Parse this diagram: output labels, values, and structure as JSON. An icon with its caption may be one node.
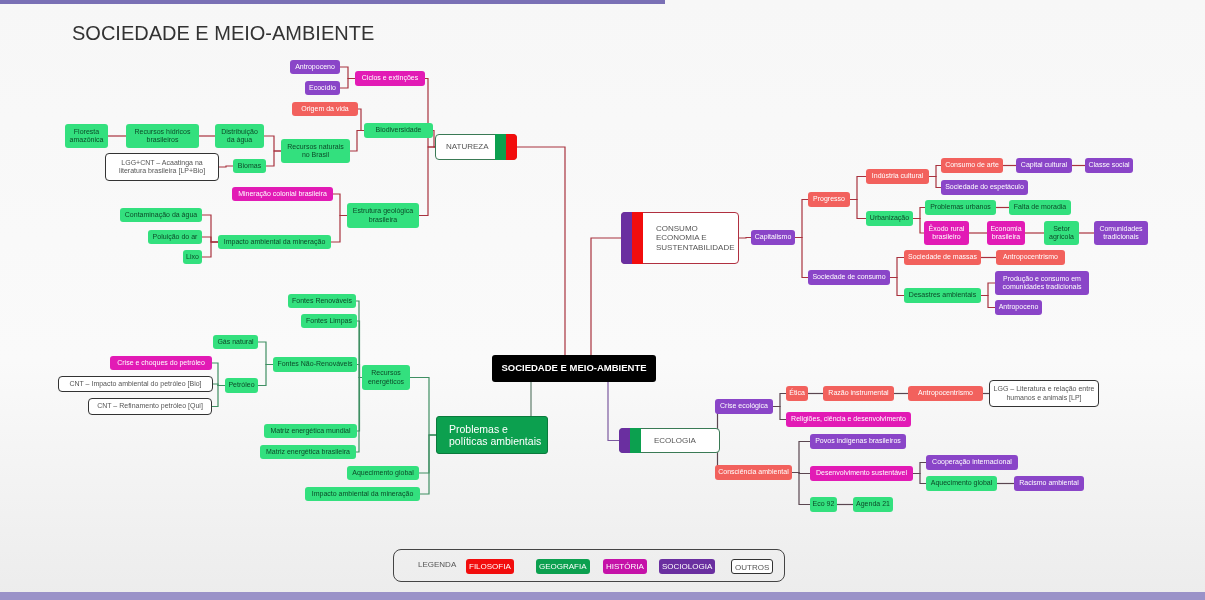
{
  "diagram": {
    "title": "SOCIEDADE E MEIO-AMBIENTE",
    "nodes": [
      {
        "text": [
          "SOCIEDADE E MEIO-AMBIENTE"
        ]
      },
      {
        "text": [
          "NATUREZA"
        ]
      },
      {
        "text": [
          "Ciclos e extinções"
        ]
      },
      {
        "text": [
          "Antropoceno"
        ]
      },
      {
        "text": [
          "Ecocídio"
        ]
      },
      {
        "text": [
          "Biodiversidade"
        ]
      },
      {
        "text": [
          "Origem da vida"
        ]
      },
      {
        "text": [
          "Recursos naturais no Brasil"
        ]
      },
      {
        "text": [
          "Distribuição da água"
        ]
      },
      {
        "text": [
          "Recursos hídricos brasileiros"
        ]
      },
      {
        "text": [
          "Floresta amazônica"
        ]
      },
      {
        "text": [
          "Biomas"
        ]
      },
      {
        "text": [
          "LGG+CNT – Acaatinga na literatura brasileira [LP+Bio]"
        ]
      },
      {
        "text": [
          "Estrutura geológica brasileira"
        ]
      },
      {
        "text": [
          "Mineração colonial brasileira"
        ]
      },
      {
        "text": [
          "Impacto ambiental da mineração"
        ]
      },
      {
        "text": [
          "Contaminação da água"
        ]
      },
      {
        "text": [
          "Poluição do ar"
        ]
      },
      {
        "text": [
          "Lixo"
        ]
      },
      {
        "text": [
          "CONSUMO ECONOMIA E SUSTENTABILIDADE"
        ]
      },
      {
        "text": [
          "Capitalismo"
        ]
      },
      {
        "text": [
          "Progresso"
        ]
      },
      {
        "text": [
          "Sociedade de consumo"
        ]
      },
      {
        "text": [
          "Indústria cultural"
        ]
      },
      {
        "text": [
          "Consumo de arte"
        ]
      },
      {
        "text": [
          "Capital cultural"
        ]
      },
      {
        "text": [
          "Classe social"
        ]
      },
      {
        "text": [
          "Sociedade do espetáculo"
        ]
      },
      {
        "text": [
          "Urbanização"
        ]
      },
      {
        "text": [
          "Problemas urbanos"
        ]
      },
      {
        "text": [
          "Falta de moradia"
        ]
      },
      {
        "text": [
          "Êxodo rural brasileiro"
        ]
      },
      {
        "text": [
          "Economia brasileira"
        ]
      },
      {
        "text": [
          "Setor agrícola"
        ]
      },
      {
        "text": [
          "Comunidades tradicionais"
        ]
      },
      {
        "text": [
          "Sociedade de massas"
        ]
      },
      {
        "text": [
          "Antropocentrismo"
        ]
      },
      {
        "text": [
          "Desastres ambientais"
        ]
      },
      {
        "text": [
          "Produção e consumo em comunidades tradicionais"
        ]
      },
      {
        "text": [
          "Antropoceno"
        ]
      },
      {
        "text": [
          "ECOLOGIA"
        ]
      },
      {
        "text": [
          "Crise ecológica"
        ]
      },
      {
        "text": [
          "Ética"
        ]
      },
      {
        "text": [
          "Razão instrumental"
        ]
      },
      {
        "text": [
          "Antropocentrismo"
        ]
      },
      {
        "text": [
          "LGG – Literatura e relação entre humanos e animais [LP]"
        ]
      },
      {
        "text": [
          "Religiões, ciência e desenvolvimento"
        ]
      },
      {
        "text": [
          "Consciência ambiental"
        ]
      },
      {
        "text": [
          "Povos indígenas brasileiros"
        ]
      },
      {
        "text": [
          "Desenvolvimento sustentável"
        ]
      },
      {
        "text": [
          "Cooperação internacional"
        ]
      },
      {
        "text": [
          "Aquecimento global"
        ]
      },
      {
        "text": [
          "Racismo ambiental"
        ]
      },
      {
        "text": [
          "Eco 92"
        ]
      },
      {
        "text": [
          "Agenda 21"
        ]
      },
      {
        "text": [
          "Problemas e políticas ambientais"
        ]
      },
      {
        "text": [
          "Recursos energéticos"
        ]
      },
      {
        "text": [
          "Fontes Renováveis"
        ]
      },
      {
        "text": [
          "Fontes Limpas"
        ]
      },
      {
        "text": [
          "Fontes Não-Renováveis"
        ]
      },
      {
        "text": [
          "Gás natural"
        ]
      },
      {
        "text": [
          "Petróleo"
        ]
      },
      {
        "text": [
          "Crise e choques do petróleo"
        ]
      },
      {
        "text": [
          "CNT – Impacto ambiental do petróleo [Bio]"
        ]
      },
      {
        "text": [
          "CNT – Refinamento petróleo [Qui]"
        ]
      },
      {
        "text": [
          "Matriz energética mundial"
        ]
      },
      {
        "text": [
          "Matriz energética brasileira"
        ]
      },
      {
        "text": [
          "Aquecimento global"
        ]
      },
      {
        "text": [
          "Impacto ambiental da mineração"
        ]
      }
    ],
    "edges": [
      {
        "from": 0,
        "to": 1,
        "arrow": "none"
      },
      {
        "from": 0,
        "to": 19,
        "arrow": "none"
      },
      {
        "from": 0,
        "to": 40,
        "arrow": "none",
        "color": "#7c5aa0"
      },
      {
        "from": 0,
        "to": 55,
        "arrow": "none",
        "color": "#5f7d6c"
      },
      {
        "from": 1,
        "to": 2,
        "arrow": "none"
      },
      {
        "from": 1,
        "to": 5,
        "arrow": "none"
      },
      {
        "from": 1,
        "to": 13,
        "arrow": "none"
      },
      {
        "from": 2,
        "to": 3,
        "arrow": "none"
      },
      {
        "from": 2,
        "to": 4,
        "arrow": "none"
      },
      {
        "from": 5,
        "to": 6,
        "arrow": "none"
      },
      {
        "from": 5,
        "to": 7,
        "arrow": "none"
      },
      {
        "from": 7,
        "to": 8,
        "arrow": "none"
      },
      {
        "from": 7,
        "to": 11,
        "arrow": "none"
      },
      {
        "from": 8,
        "to": 9,
        "arrow": "none"
      },
      {
        "from": 9,
        "to": 10,
        "arrow": "none"
      },
      {
        "from": 11,
        "to": 12,
        "arrow": "none"
      },
      {
        "from": 13,
        "to": 14,
        "arrow": "none"
      },
      {
        "from": 13,
        "to": 15,
        "arrow": "none"
      },
      {
        "from": 15,
        "to": 16,
        "arrow": "none"
      },
      {
        "from": 15,
        "to": 17,
        "arrow": "none"
      },
      {
        "from": 15,
        "to": 18,
        "arrow": "none"
      },
      {
        "from": 19,
        "to": 20,
        "arrow": "none"
      },
      {
        "from": 20,
        "to": 21,
        "arrow": "none"
      },
      {
        "from": 20,
        "to": 22,
        "arrow": "none"
      },
      {
        "from": 21,
        "to": 23,
        "arrow": "none"
      },
      {
        "from": 21,
        "to": 28,
        "arrow": "none"
      },
      {
        "from": 23,
        "to": 24,
        "arrow": "none"
      },
      {
        "from": 23,
        "to": 27,
        "arrow": "none"
      },
      {
        "from": 24,
        "to": 25,
        "arrow": "none"
      },
      {
        "from": 25,
        "to": 26,
        "arrow": "none"
      },
      {
        "from": 28,
        "to": 29,
        "arrow": "none"
      },
      {
        "from": 28,
        "to": 31,
        "arrow": "none"
      },
      {
        "from": 29,
        "to": 30,
        "arrow": "none"
      },
      {
        "from": 31,
        "to": 32,
        "arrow": "none"
      },
      {
        "from": 32,
        "to": 33,
        "arrow": "none"
      },
      {
        "from": 33,
        "to": 34,
        "arrow": "none"
      },
      {
        "from": 22,
        "to": 35,
        "arrow": "none"
      },
      {
        "from": 22,
        "to": 37,
        "arrow": "none"
      },
      {
        "from": 35,
        "to": 36,
        "arrow": "none"
      },
      {
        "from": 37,
        "to": 38,
        "arrow": "none"
      },
      {
        "from": 37,
        "to": 39,
        "arrow": "none"
      },
      {
        "from": 40,
        "to": 41,
        "arrow": "none",
        "color": "#5a4650"
      },
      {
        "from": 40,
        "to": 47,
        "arrow": "none",
        "color": "#5a4650"
      },
      {
        "from": 41,
        "to": 42,
        "arrow": "none",
        "color": "#5a4650"
      },
      {
        "from": 41,
        "to": 46,
        "arrow": "none",
        "color": "#5a4650"
      },
      {
        "from": 42,
        "to": 43,
        "arrow": "none",
        "color": "#5a4650"
      },
      {
        "from": 43,
        "to": 44,
        "arrow": "none",
        "color": "#5a4650"
      },
      {
        "from": 44,
        "to": 45,
        "arrow": "none",
        "color": "#5a4650"
      },
      {
        "from": 47,
        "to": 48,
        "arrow": "none",
        "color": "#5a4650"
      },
      {
        "from": 47,
        "to": 49,
        "arrow": "none",
        "color": "#5a4650"
      },
      {
        "from": 47,
        "to": 53,
        "arrow": "none",
        "color": "#5a4650"
      },
      {
        "from": 49,
        "to": 50,
        "arrow": "none",
        "color": "#5a4650"
      },
      {
        "from": 49,
        "to": 51,
        "arrow": "none",
        "color": "#5a4650"
      },
      {
        "from": 51,
        "to": 52,
        "arrow": "none",
        "color": "#5a4650"
      },
      {
        "from": 53,
        "to": 54,
        "arrow": "none",
        "color": "#5a4650"
      },
      {
        "from": 55,
        "to": 56,
        "arrow": "none",
        "color": "#3f8f63"
      },
      {
        "from": 55,
        "to": 67,
        "arrow": "none",
        "color": "#3f8f63"
      },
      {
        "from": 55,
        "to": 68,
        "arrow": "none",
        "color": "#3f8f63"
      },
      {
        "from": 56,
        "to": 57,
        "arrow": "none",
        "color": "#3f8f63"
      },
      {
        "from": 56,
        "to": 58,
        "arrow": "none",
        "color": "#3f8f63"
      },
      {
        "from": 56,
        "to": 59,
        "arrow": "none",
        "color": "#3f8f63"
      },
      {
        "from": 56,
        "to": 65,
        "arrow": "none",
        "color": "#3f8f63"
      },
      {
        "from": 56,
        "to": 66,
        "arrow": "none",
        "color": "#3f8f63"
      },
      {
        "from": 59,
        "to": 60,
        "arrow": "none",
        "color": "#3f8f63"
      },
      {
        "from": 59,
        "to": 61,
        "arrow": "none",
        "color": "#3f8f63"
      },
      {
        "from": 61,
        "to": 62,
        "arrow": "none",
        "color": "#3f8f63"
      },
      {
        "from": 61,
        "to": 63,
        "arrow": "none",
        "color": "#3f8f63"
      },
      {
        "from": 61,
        "to": 64,
        "arrow": "none",
        "color": "#3f8f63"
      }
    ],
    "labels": [
      "LEGENDA"
    ],
    "legend": [
      {
        "text": "FILOSOFIA",
        "color": "#f20d0d"
      },
      {
        "text": "GEOGRAFIA",
        "color": "#0ca04f"
      },
      {
        "text": "HISTÓRIA",
        "color": "#c512a8"
      },
      {
        "text": "SOCIOLOGIA",
        "color": "#6a2fa0"
      },
      {
        "text": "OUTROS",
        "color": "#ffffff"
      }
    ]
  }
}
